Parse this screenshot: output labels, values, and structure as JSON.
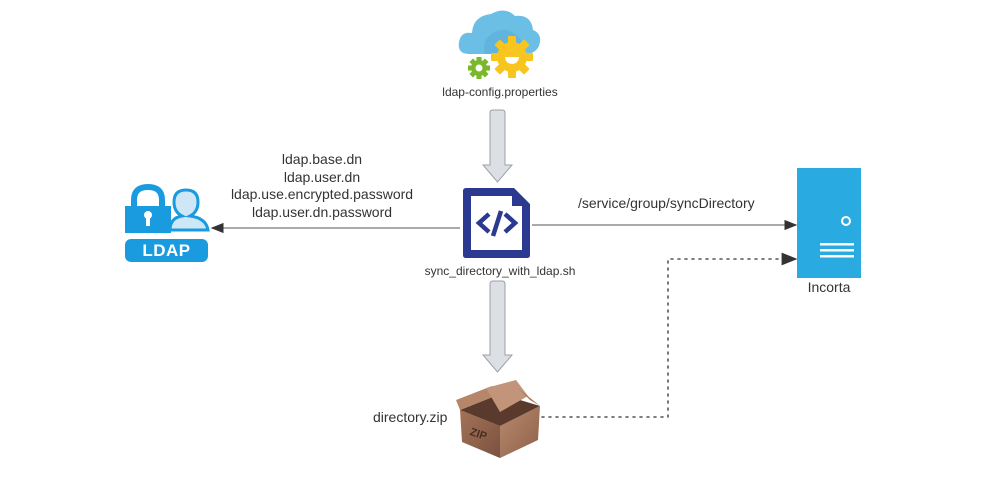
{
  "diagram": {
    "nodes": {
      "config": {
        "label": "ldap-config.properties",
        "icon": "cloud-gear-icon"
      },
      "script": {
        "label": "sync_directory_with_ldap.sh",
        "icon": "code-file-icon"
      },
      "ldap": {
        "label": "LDAP",
        "icon": "ldap-lock-user-icon"
      },
      "incorta": {
        "label": "Incorta",
        "icon": "server-icon"
      },
      "zip": {
        "label": "directory.zip",
        "icon": "zip-box-icon"
      }
    },
    "edges": {
      "script_to_ldap": {
        "properties": [
          "ldap.base.dn",
          "ldap.user.dn",
          "ldap.use.encrypted.password",
          "ldap.user.dn.password"
        ]
      },
      "script_to_incorta": {
        "label": "/service/group/syncDirectory"
      },
      "zip_to_incorta": {
        "style": "dotted"
      }
    },
    "colors": {
      "script_blue": "#2b3990",
      "server_blue": "#29abe2",
      "ldap_blue": "#1a9be0",
      "cloud_blue": "#6bbfe4",
      "gear_yellow": "#f7c51e",
      "gear_green": "#7ab829",
      "box_brown": "#a8765a",
      "arrow_gray": "#dcdfe4",
      "line_gray": "#555555"
    }
  }
}
